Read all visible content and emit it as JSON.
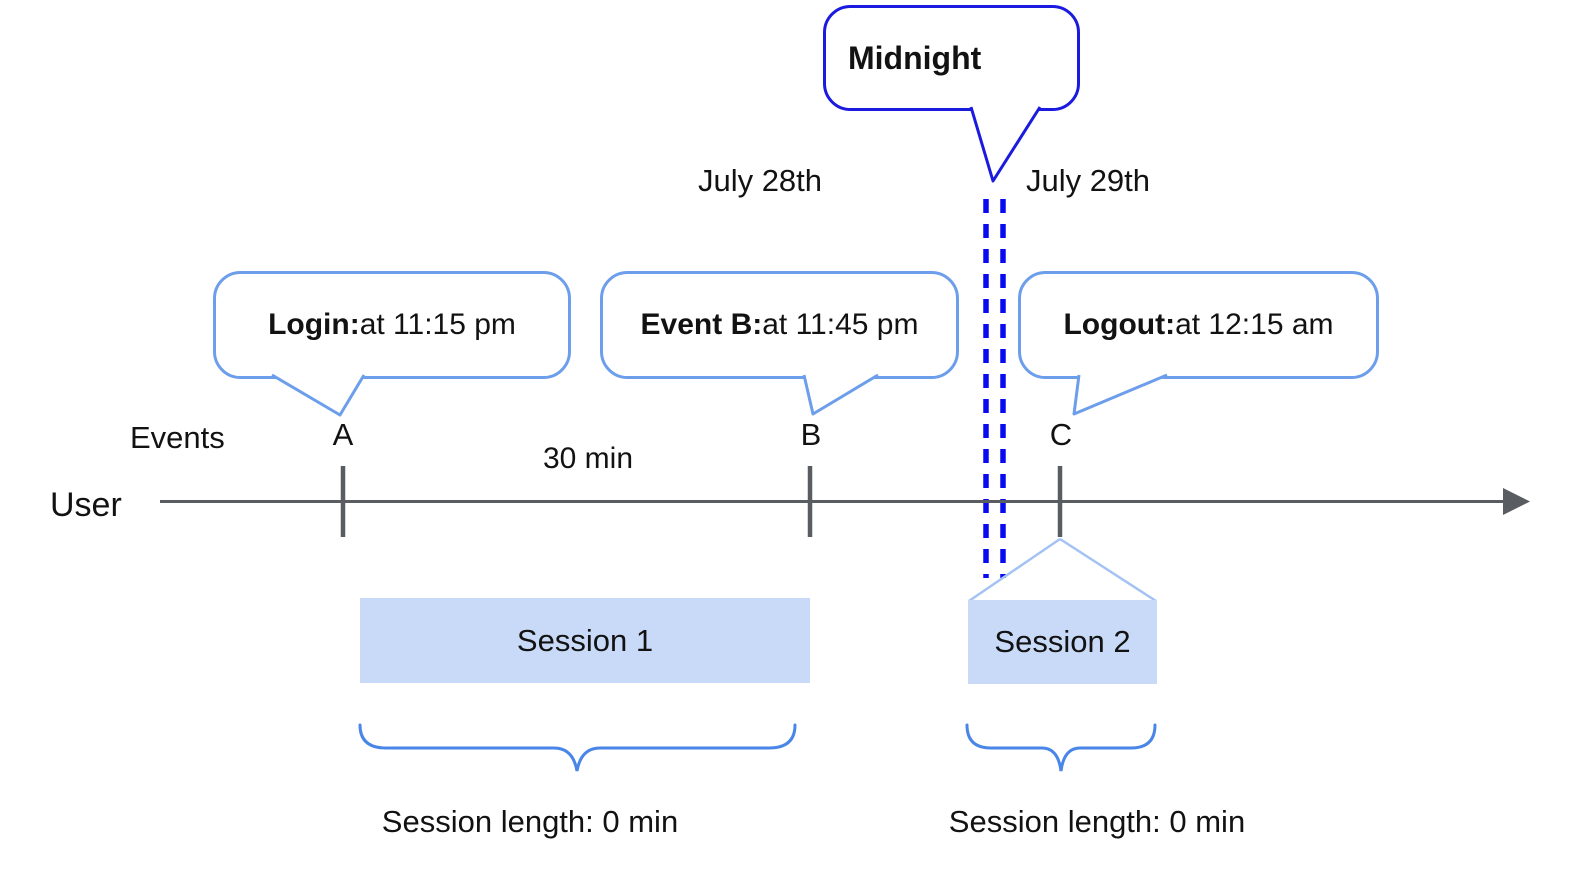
{
  "diagram": {
    "title_bubble": {
      "label": "Midnight"
    },
    "dates": {
      "left": "July 28th",
      "right": "July 29th"
    },
    "axis": {
      "row_label": "User",
      "events_label": "Events",
      "interval_label": "30 min"
    },
    "events": [
      {
        "letter": "A",
        "callout_label": "Login:",
        "callout_time": " at 11:15 pm"
      },
      {
        "letter": "B",
        "callout_label": "Event B:",
        "callout_time": " at 11:45 pm"
      },
      {
        "letter": "C",
        "callout_label": "Logout:",
        "callout_time": " at 12:15 am"
      }
    ],
    "sessions": [
      {
        "label": "Session 1",
        "length_label": "Session length: 0 min"
      },
      {
        "label": "Session 2",
        "length_label": "Session length: 0 min"
      }
    ],
    "colors": {
      "callout-border": "#6d9eeb",
      "midnight-border": "#1b1be0",
      "dashed-line": "#0a0af0",
      "session-fill": "#c9daf8",
      "connector": "#a4c2f4",
      "brace": "#4a86e8",
      "axis-line": "#595c60",
      "text": "#121212"
    }
  }
}
